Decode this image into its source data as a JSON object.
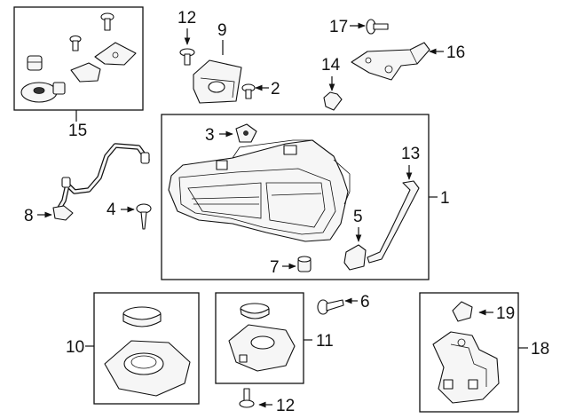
{
  "callouts": {
    "c1": "1",
    "c2": "2",
    "c3": "3",
    "c4": "4",
    "c5": "5",
    "c6": "6",
    "c7": "7",
    "c8": "8",
    "c9": "9",
    "c10": "10",
    "c11": "11",
    "c12a": "12",
    "c12b": "12",
    "c13": "13",
    "c14": "14",
    "c15": "15",
    "c16": "16",
    "c17": "17",
    "c18": "18",
    "c19": "19"
  },
  "colors": {
    "line": "#111111",
    "fill": "#f6f6f6",
    "background": "#ffffff"
  }
}
